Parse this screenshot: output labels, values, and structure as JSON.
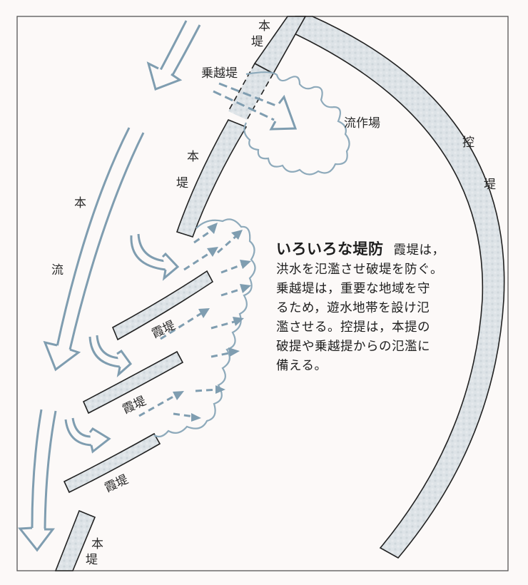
{
  "diagram": {
    "title": "いろいろな堤防",
    "colors": {
      "background": "#fcf9f8",
      "levee_fill": "#dde3e7",
      "levee_outline": "#222222",
      "flow_arrow": "#7f9db0",
      "flood_area_outline": "#8eaabb",
      "frame": "#555555"
    },
    "labels": {
      "main_levee_top": [
        "本",
        "堤"
      ],
      "overflow_levee": "乗越堤",
      "retarding_area": "流作場",
      "main_levee_mid": [
        "本",
        "堤"
      ],
      "secondary_levee": [
        "控",
        "堤"
      ],
      "main_flow": [
        "本",
        "流"
      ],
      "open_levee_1": "霞堤",
      "open_levee_2": "霞堤",
      "open_levee_3": "霞堤",
      "main_levee_bottom": [
        "本",
        "堤"
      ]
    },
    "caption": {
      "heading": "いろいろな堤防",
      "lines": [
        "霞堤は，",
        "洪水を氾濫させ破堤を防ぐ。",
        "乗越堤は，重要な地域を守",
        "るため，遊水地帯を設け氾",
        "濫させる。控提は，本提の",
        "破提や乗越提からの氾濫に",
        "備える。"
      ]
    },
    "icons": {
      "main_flow_arrows": "down-left-hollow-arrow",
      "swirl_arrows": "curved-hollow-arrow",
      "flood_arrows": "dashed-arrow",
      "flood_areas": "cloud-outline"
    }
  }
}
